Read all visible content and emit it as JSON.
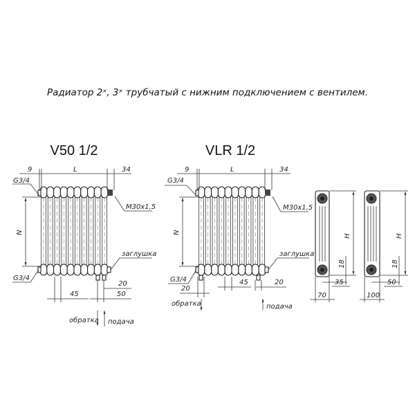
{
  "title": "Радиатор 2ˣ, 3ˣ трубчатый с нижним подключением с вентилем.",
  "v50": {
    "model": "V50 1/2",
    "dim_left": "9",
    "dim_length": "L",
    "dim_right": "34",
    "thread_top": "G3/4",
    "thread_bottom": "G3/4",
    "valve_thread": "M30x1,5",
    "plug": "заглушка",
    "height_label": "N",
    "dim_pipe_spacing": "20",
    "dim_offset": "50",
    "dim_section": "45",
    "return": "обратка",
    "supply": "подача"
  },
  "vlr": {
    "model": "VLR 1/2",
    "dim_left": "9",
    "dim_length": "L",
    "dim_right": "34",
    "thread_top": "G3/4",
    "thread_bottom": "G3/4",
    "valve_thread": "M30x1,5",
    "plug": "заглушка",
    "height_label": "N",
    "dim_left_pipe": "20",
    "dim_section": "45",
    "dim_right_pipe": "20",
    "return": "обратка",
    "supply": "подача"
  },
  "side_2col": {
    "height": "H",
    "dim_18": "18",
    "dim_offset": "35",
    "depth": "70"
  },
  "side_3col": {
    "height": "H",
    "dim_18": "18",
    "dim_offset": "50",
    "depth": "100"
  }
}
